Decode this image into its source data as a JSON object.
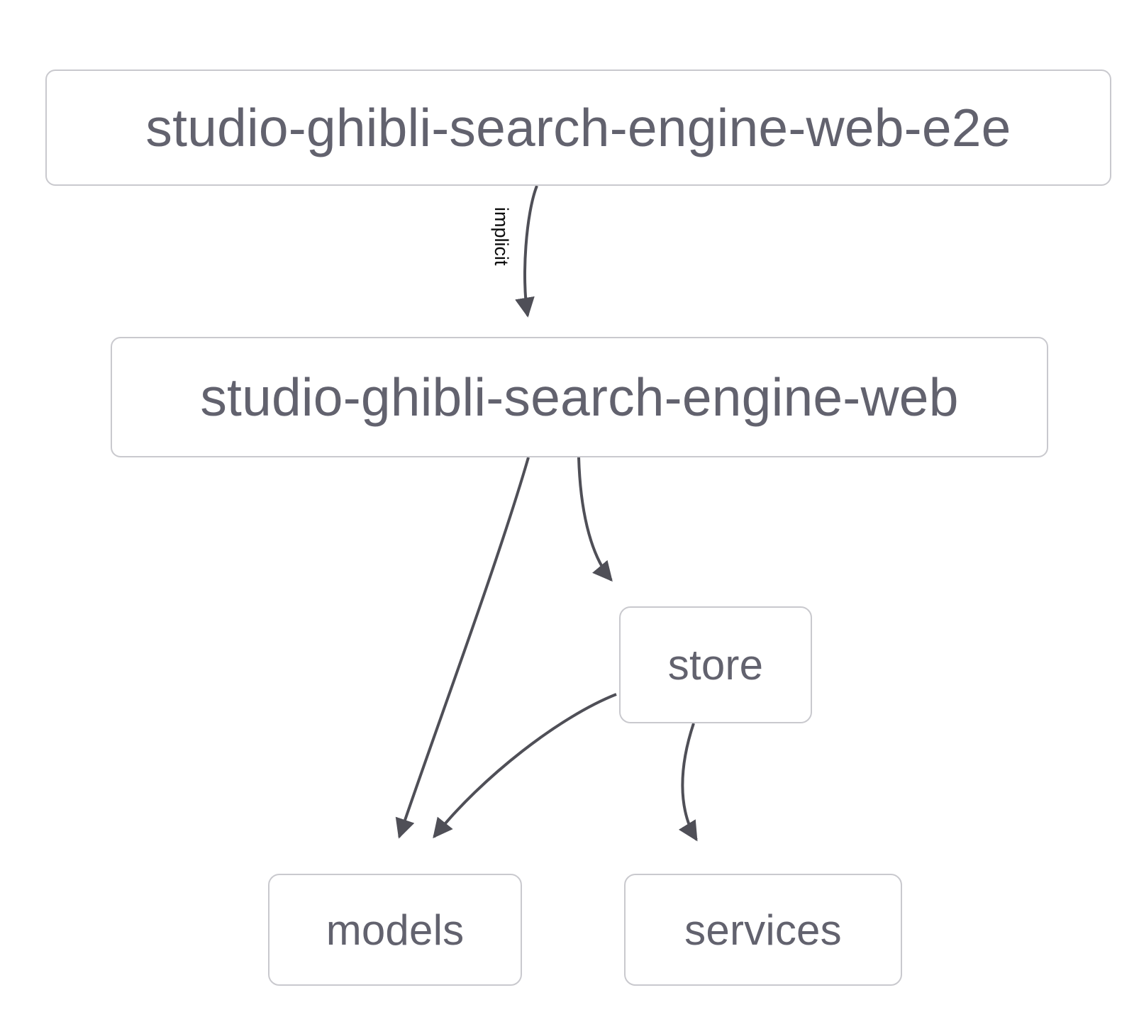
{
  "diagram": {
    "type": "dependency-graph",
    "title": "",
    "background_color": "#ffffff",
    "node_border_color": "#c9c9ce",
    "node_fill_color": "#ffffff",
    "node_text_color": "#62626e",
    "edge_color": "#4f4f57",
    "edge_label_color": "#0a0a0a",
    "nodes": [
      {
        "id": "e2e",
        "label": "studio-ghibli-search-engine-web-e2e"
      },
      {
        "id": "web",
        "label": "studio-ghibli-search-engine-web"
      },
      {
        "id": "store",
        "label": "store"
      },
      {
        "id": "models",
        "label": "models"
      },
      {
        "id": "services",
        "label": "services"
      }
    ],
    "edges": [
      {
        "from": "e2e",
        "to": "web",
        "label": "implicit"
      },
      {
        "from": "web",
        "to": "models",
        "label": ""
      },
      {
        "from": "web",
        "to": "store",
        "label": ""
      },
      {
        "from": "store",
        "to": "models",
        "label": ""
      },
      {
        "from": "store",
        "to": "services",
        "label": ""
      }
    ]
  }
}
